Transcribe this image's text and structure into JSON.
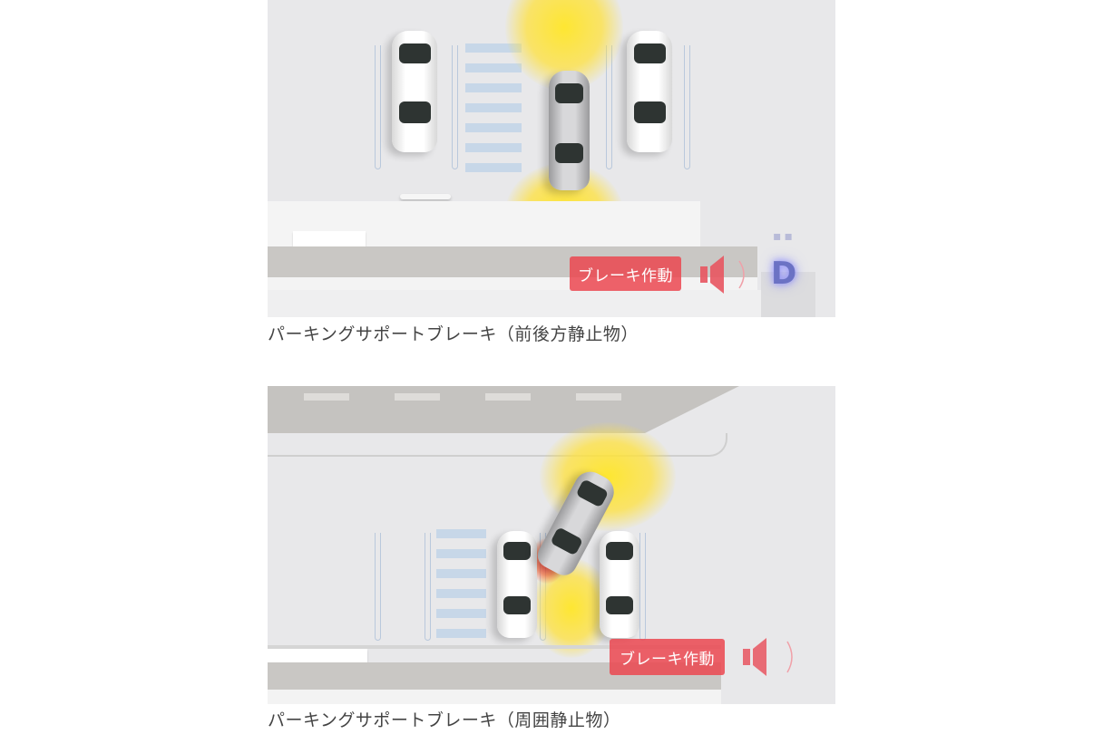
{
  "figures": [
    {
      "id": "front-rear-static",
      "badge_label": "ブレーキ作動",
      "gear_indicator": "D",
      "gear_dots": "‥",
      "caption": "パーキングサポートブレーキ（前後方静止物）"
    },
    {
      "id": "surrounding-static",
      "badge_label": "ブレーキ作動",
      "caption": "パーキングサポートブレーキ（周囲静止物）"
    }
  ],
  "colors": {
    "badge": "#eb4650",
    "sensor_glow": "#ffe628",
    "contact_glow": "#f0281e",
    "gear": "#6b72c4",
    "caption_text": "#444444"
  }
}
